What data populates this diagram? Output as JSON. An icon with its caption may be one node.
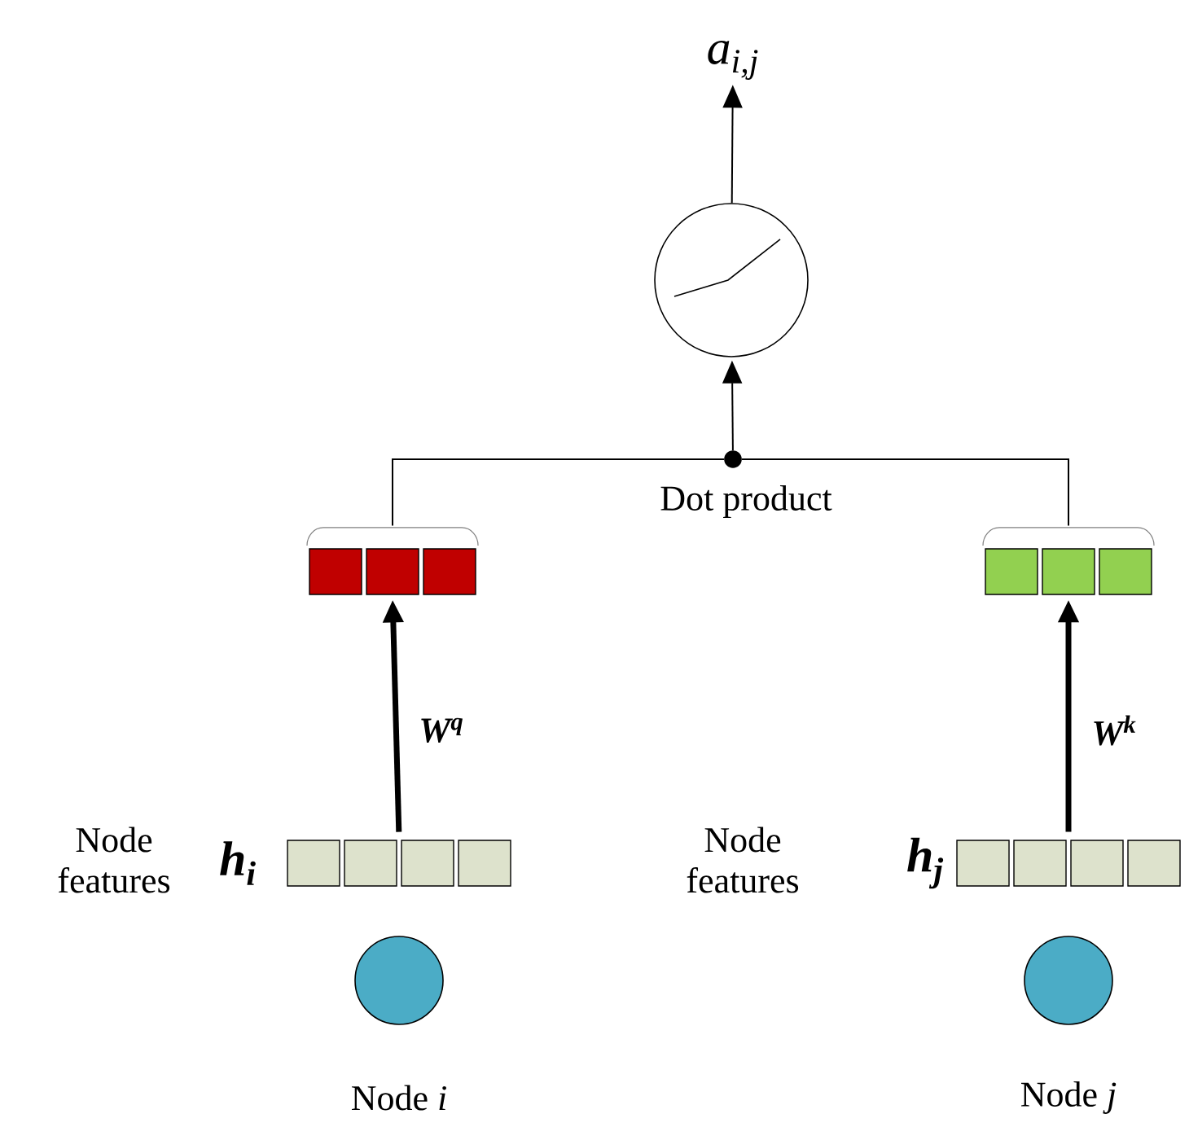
{
  "diagram": {
    "nodes": [
      {
        "text": [
          "a$_{i,j}$"
        ]
      },
      {
        "text": [],
        "shape": "circle"
      },
      {
        "text": [],
        "shape": "circle",
        "beside": [
          "Dot product"
        ]
      },
      {
        "text": [],
        "shape": "bar"
      },
      {
        "text": [],
        "shape": "bar"
      },
      {
        "text": [],
        "shape": "bar",
        "beside": [
          "Node features",
          "h$_{i}$"
        ]
      },
      {
        "text": [],
        "shape": "bar",
        "beside": [
          "Node features",
          "h$_{j}$"
        ]
      },
      {
        "text": [],
        "shape": "circle",
        "beside": [
          "Node *i*"
        ]
      },
      {
        "text": [],
        "shape": "circle",
        "beside": [
          "Node *j*"
        ]
      }
    ],
    "edges": [
      {
        "from": 1,
        "to": 0,
        "arrow": "to"
      },
      {
        "from": 2,
        "to": 1,
        "arrow": "to"
      },
      {
        "from": 3,
        "to": 2,
        "arrow": "none"
      },
      {
        "from": 4,
        "to": 2,
        "arrow": "none"
      },
      {
        "from": 5,
        "to": 3,
        "arrow": "to",
        "style": "thick",
        "label": "W$^{q}$"
      },
      {
        "from": 6,
        "to": 4,
        "arrow": "to",
        "style": "thick",
        "label": "W$^{k}$"
      }
    ]
  }
}
